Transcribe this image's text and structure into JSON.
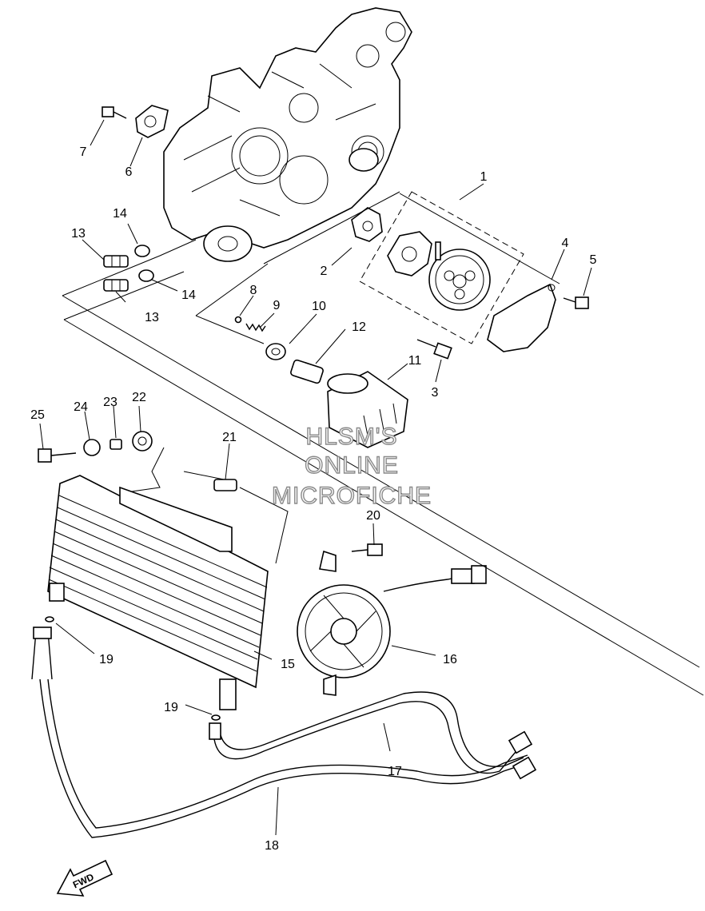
{
  "diagram": {
    "watermark": [
      "HLSM'S",
      "ONLINE",
      "MICROFICHE"
    ],
    "direction_label": "FWD",
    "callouts": [
      "1",
      "2",
      "3",
      "4",
      "5",
      "6",
      "7",
      "8",
      "9",
      "10",
      "11",
      "12",
      "13",
      "13",
      "14",
      "14",
      "15",
      "16",
      "17",
      "18",
      "19",
      "19",
      "20",
      "21",
      "22",
      "23",
      "24",
      "25"
    ]
  }
}
